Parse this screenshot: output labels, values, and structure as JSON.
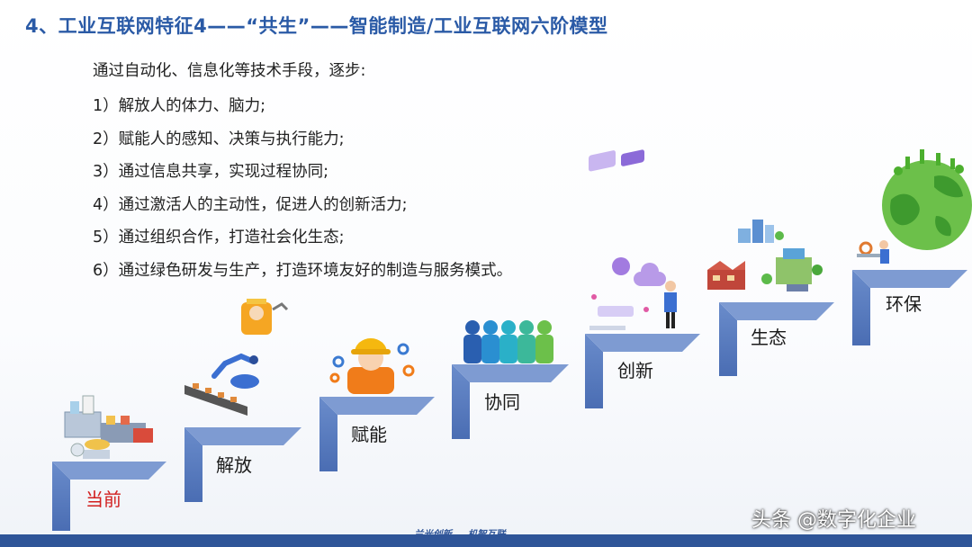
{
  "title": "4、工业互联网特征4——“共生”——智能制造/工业互联网六阶模型",
  "intro": "通过自动化、信息化等技术手段，逐步:",
  "points": [
    "1）解放人的体力、脑力;",
    "2）赋能人的感知、决策与执行能力;",
    "3）通过信息共享，实现过程协同;",
    "4）通过激活人的主动性，促进人的创新活力;",
    "5）通过组织合作，打造社会化生态;",
    "6）通过绿色研发与生产，打造环境友好的制造与服务模式。"
  ],
  "steps": [
    {
      "label": "当前",
      "icon": "factory-machines-icon"
    },
    {
      "label": "解放",
      "icon": "robot-arm-conveyor-icon"
    },
    {
      "label": "赋能",
      "icon": "worker-helmet-icon"
    },
    {
      "label": "协同",
      "icon": "team-people-icon"
    },
    {
      "label": "创新",
      "icon": "innovation-tech-icon"
    },
    {
      "label": "生态",
      "icon": "city-ecosystem-icon"
    },
    {
      "label": "环保",
      "icon": "green-earth-icon"
    }
  ],
  "footer": {
    "logo1": "兰光创新",
    "logo2": "机智互联"
  },
  "watermark": "头条 @数字化企业",
  "colors": {
    "title": "#2a5aa6",
    "stairs": "#5b7ec2",
    "current": "#d21f1f",
    "footer": "#2f5598",
    "green": "#4caf2e"
  }
}
